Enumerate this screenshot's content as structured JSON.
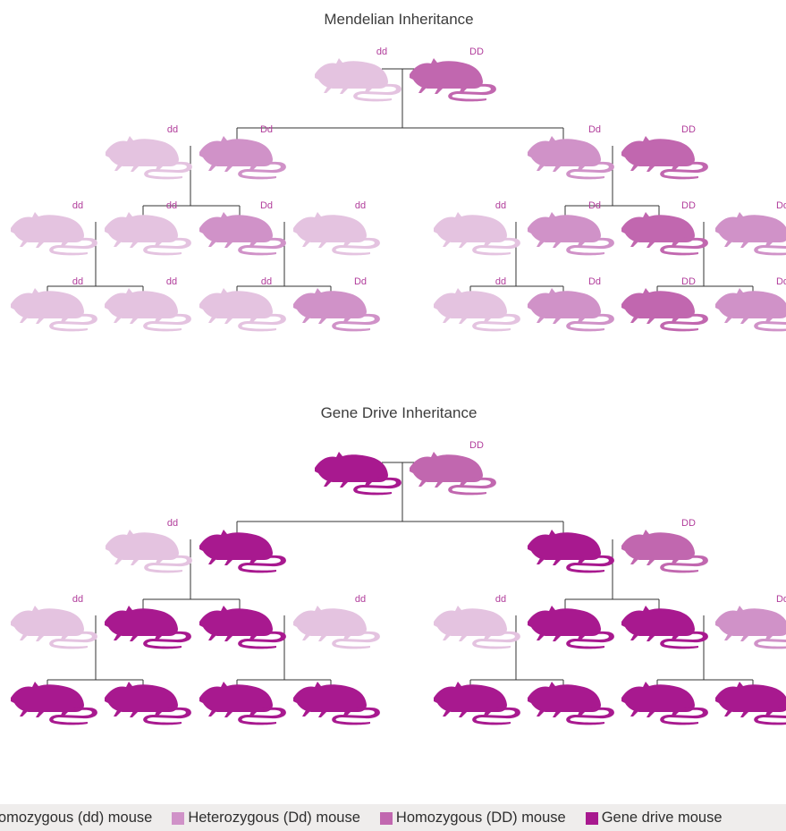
{
  "mendelian": {
    "title": "Mendelian Inheritance",
    "parents": [
      {
        "type": "dd",
        "label": "dd"
      },
      {
        "type": "DD",
        "label": "DD"
      }
    ],
    "gen1": [
      {
        "type": "dd",
        "label": "dd"
      },
      {
        "type": "Dd",
        "label": "Dd"
      },
      {
        "type": "Dd",
        "label": "Dd"
      },
      {
        "type": "DD",
        "label": "DD"
      }
    ],
    "gen2": [
      {
        "type": "dd",
        "label": "dd"
      },
      {
        "type": "dd",
        "label": "dd"
      },
      {
        "type": "Dd",
        "label": "Dd"
      },
      {
        "type": "dd",
        "label": "dd"
      },
      {
        "type": "dd",
        "label": "dd"
      },
      {
        "type": "Dd",
        "label": "Dd"
      },
      {
        "type": "DD",
        "label": "DD"
      },
      {
        "type": "Dd",
        "label": "Dd"
      }
    ],
    "gen3": [
      {
        "type": "dd",
        "label": "dd"
      },
      {
        "type": "dd",
        "label": "dd"
      },
      {
        "type": "dd",
        "label": "dd"
      },
      {
        "type": "Dd",
        "label": "Dd"
      },
      {
        "type": "dd",
        "label": "dd"
      },
      {
        "type": "Dd",
        "label": "Dd"
      },
      {
        "type": "DD",
        "label": "DD"
      },
      {
        "type": "Dd",
        "label": "Dd"
      }
    ]
  },
  "gene_drive": {
    "title": "Gene Drive Inheritance",
    "parents": [
      {
        "type": "GD",
        "label": ""
      },
      {
        "type": "DD",
        "label": "DD"
      }
    ],
    "gen1": [
      {
        "type": "dd",
        "label": "dd"
      },
      {
        "type": "GD",
        "label": ""
      },
      {
        "type": "GD",
        "label": ""
      },
      {
        "type": "DD",
        "label": "DD"
      }
    ],
    "gen2": [
      {
        "type": "dd",
        "label": "dd"
      },
      {
        "type": "GD",
        "label": ""
      },
      {
        "type": "GD",
        "label": ""
      },
      {
        "type": "dd",
        "label": "dd"
      },
      {
        "type": "dd",
        "label": "dd"
      },
      {
        "type": "GD",
        "label": ""
      },
      {
        "type": "GD",
        "label": ""
      },
      {
        "type": "Dd",
        "label": "Dd"
      }
    ],
    "gen3": [
      {
        "type": "GD",
        "label": ""
      },
      {
        "type": "GD",
        "label": ""
      },
      {
        "type": "GD",
        "label": ""
      },
      {
        "type": "GD",
        "label": ""
      },
      {
        "type": "GD",
        "label": ""
      },
      {
        "type": "GD",
        "label": ""
      },
      {
        "type": "GD",
        "label": ""
      },
      {
        "type": "GD",
        "label": ""
      }
    ]
  },
  "colors": {
    "dd": "#e4c3e0",
    "Dd": "#d092c8",
    "DD": "#c167af",
    "GD": "#a8198f",
    "label": "#b13d9b",
    "line": "#333333"
  },
  "legend": {
    "items": [
      {
        "type": "dd",
        "label": "Homozygous (dd) mouse"
      },
      {
        "type": "Dd",
        "label": "Heterozygous (Dd) mouse"
      },
      {
        "type": "DD",
        "label": "Homozygous (DD) mouse"
      },
      {
        "type": "GD",
        "label": "Gene drive mouse"
      }
    ]
  }
}
